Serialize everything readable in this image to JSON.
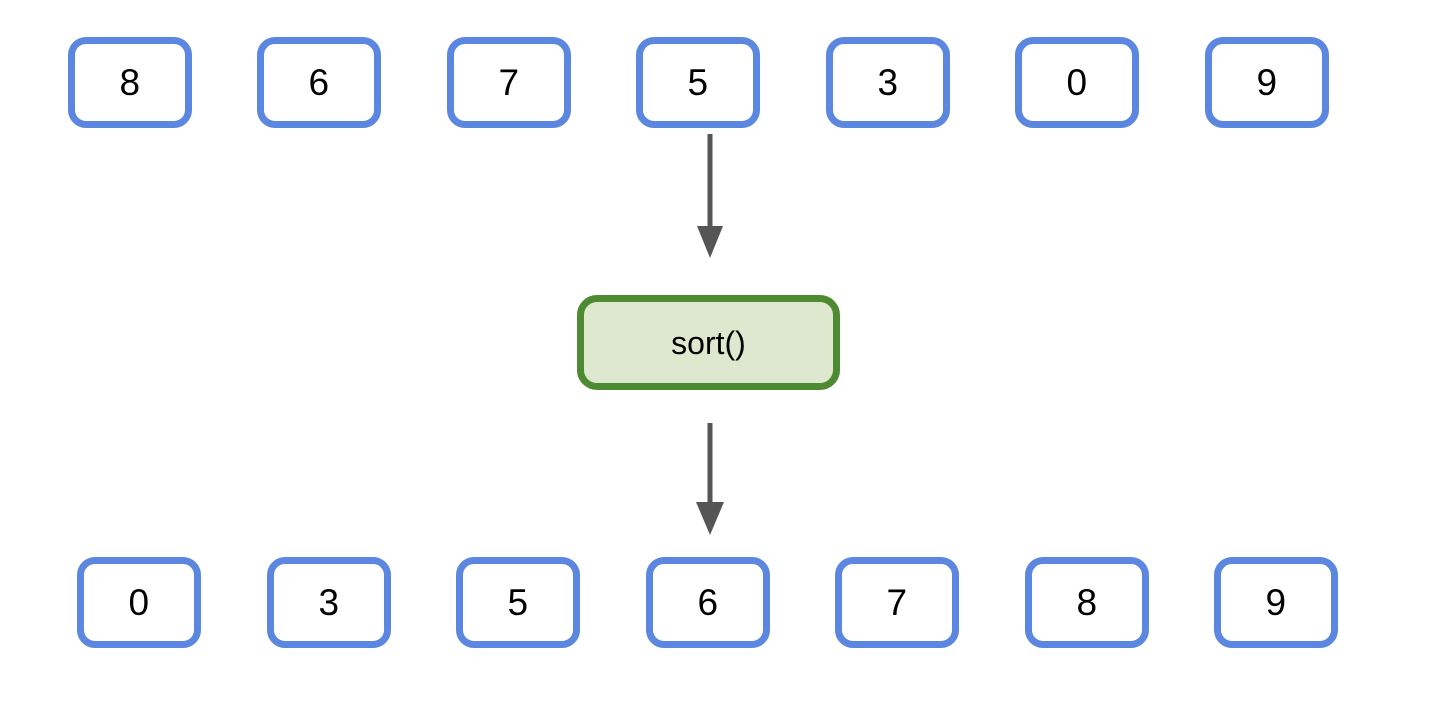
{
  "diagram": {
    "title_text": "",
    "background_color": "#ffffff",
    "cell_border_color": "#5b87e0",
    "cell_fill_color": "#ffffff",
    "process_border_color": "#4d8a31",
    "process_fill_color": "#dde8ce",
    "arrow_color": "#555555",
    "input_row": {
      "name": "unsorted-array",
      "values": [
        "8",
        "6",
        "7",
        "5",
        "3",
        "0",
        "9"
      ]
    },
    "process": {
      "name": "sort-operation",
      "label": "sort()"
    },
    "output_row": {
      "name": "sorted-array",
      "values": [
        "0",
        "3",
        "5",
        "6",
        "7",
        "8",
        "9"
      ]
    },
    "arrows": [
      {
        "name": "arrow-input-to-sort",
        "direction": "down"
      },
      {
        "name": "arrow-sort-to-output",
        "direction": "down"
      }
    ]
  }
}
